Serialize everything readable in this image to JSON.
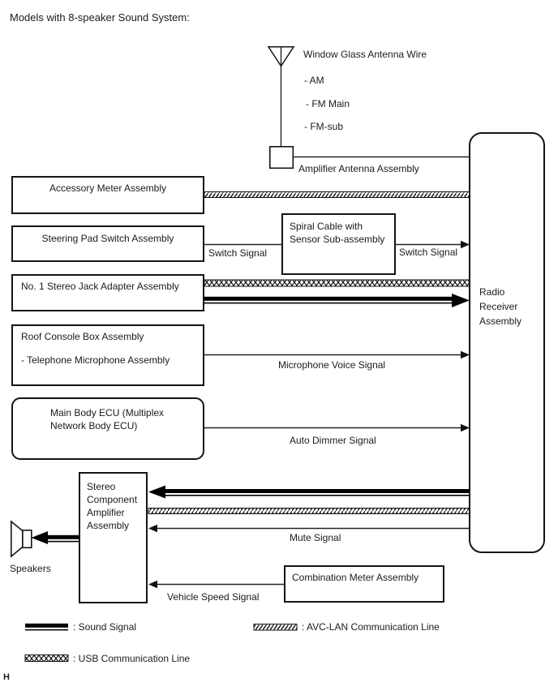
{
  "title": "Models with 8-speaker Sound System:",
  "page_marker": "H",
  "antenna": {
    "wire_label": "Window Glass Antenna Wire",
    "items": [
      "- AM",
      "- FM Main",
      "- FM-sub"
    ],
    "amplifier_label": "Amplifier Antenna Assembly"
  },
  "boxes": {
    "accessory_meter": "Accessory Meter Assembly",
    "steering_pad": "Steering Pad Switch Assembly",
    "stereo_jack": "No. 1 Stereo Jack Adapter Assembly",
    "roof_console": "Roof Console Box Assembly",
    "roof_console_sub": "- Telephone Microphone Assembly",
    "main_body_ecu": "Main Body ECU (Multiplex Network Body ECU)",
    "spiral_cable": "Spiral Cable with Sensor Sub-assembly",
    "radio_receiver": "Radio Receiver Assembly",
    "amplifier": "Stereo Component Amplifier Assembly",
    "combination_meter": "Combination Meter Assembly",
    "speakers_label": "Speakers"
  },
  "signals": {
    "switch_left": "Switch Signal",
    "switch_right": "Switch Signal",
    "microphone": "Microphone Voice Signal",
    "auto_dimmer": "Auto Dimmer Signal",
    "mute": "Mute Signal",
    "vehicle_speed": "Vehicle Speed Signal"
  },
  "legend": {
    "sound": ": Sound Signal",
    "usb": ": USB Communication Line",
    "avclan": ": AVC-LAN Communication Line"
  },
  "colors": {
    "line": "#151515",
    "background": "#ffffff"
  }
}
